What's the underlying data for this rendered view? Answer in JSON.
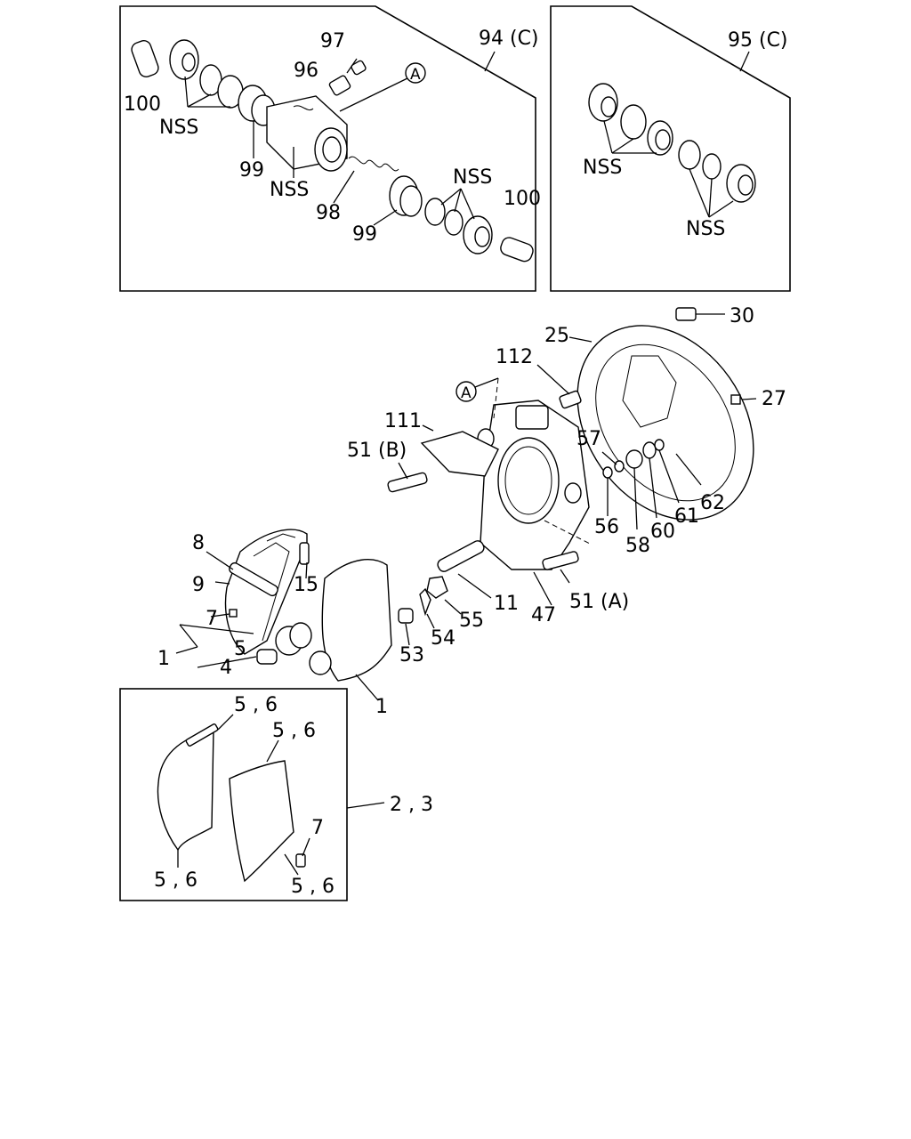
{
  "labels": {
    "l94": "94 (C)",
    "l95": "95 (C)",
    "l97": "97",
    "l96": "96",
    "lA_top": "A",
    "l100a": "100",
    "lnss1": "NSS",
    "l99a": "99",
    "lnss2": "NSS",
    "l98": "98",
    "l99b": "99",
    "lnss3": "NSS",
    "l100b": "100",
    "lnss4": "NSS",
    "lnss5": "NSS",
    "l30": "30",
    "l25": "25",
    "l27": "27",
    "l112": "112",
    "lA_mid": "A",
    "l111": "111",
    "l51b": "51 (B)",
    "l57": "57",
    "l62": "62",
    "l61": "61",
    "l60": "60",
    "l58": "58",
    "l56": "56",
    "l51a": "51 (A)",
    "l47": "47",
    "l11": "11",
    "l55": "55",
    "l54": "54",
    "l53": "53",
    "l8": "8",
    "l9": "9",
    "l15": "15",
    "l7a": "7",
    "l5a": "5",
    "l1a": "1",
    "l4": "4",
    "l1b": "1",
    "l56a": "5 , 6",
    "l56b": "5 , 6",
    "l56c": "5 , 6",
    "l56d": "5 , 6",
    "l7b": "7",
    "l23": "2 , 3"
  }
}
